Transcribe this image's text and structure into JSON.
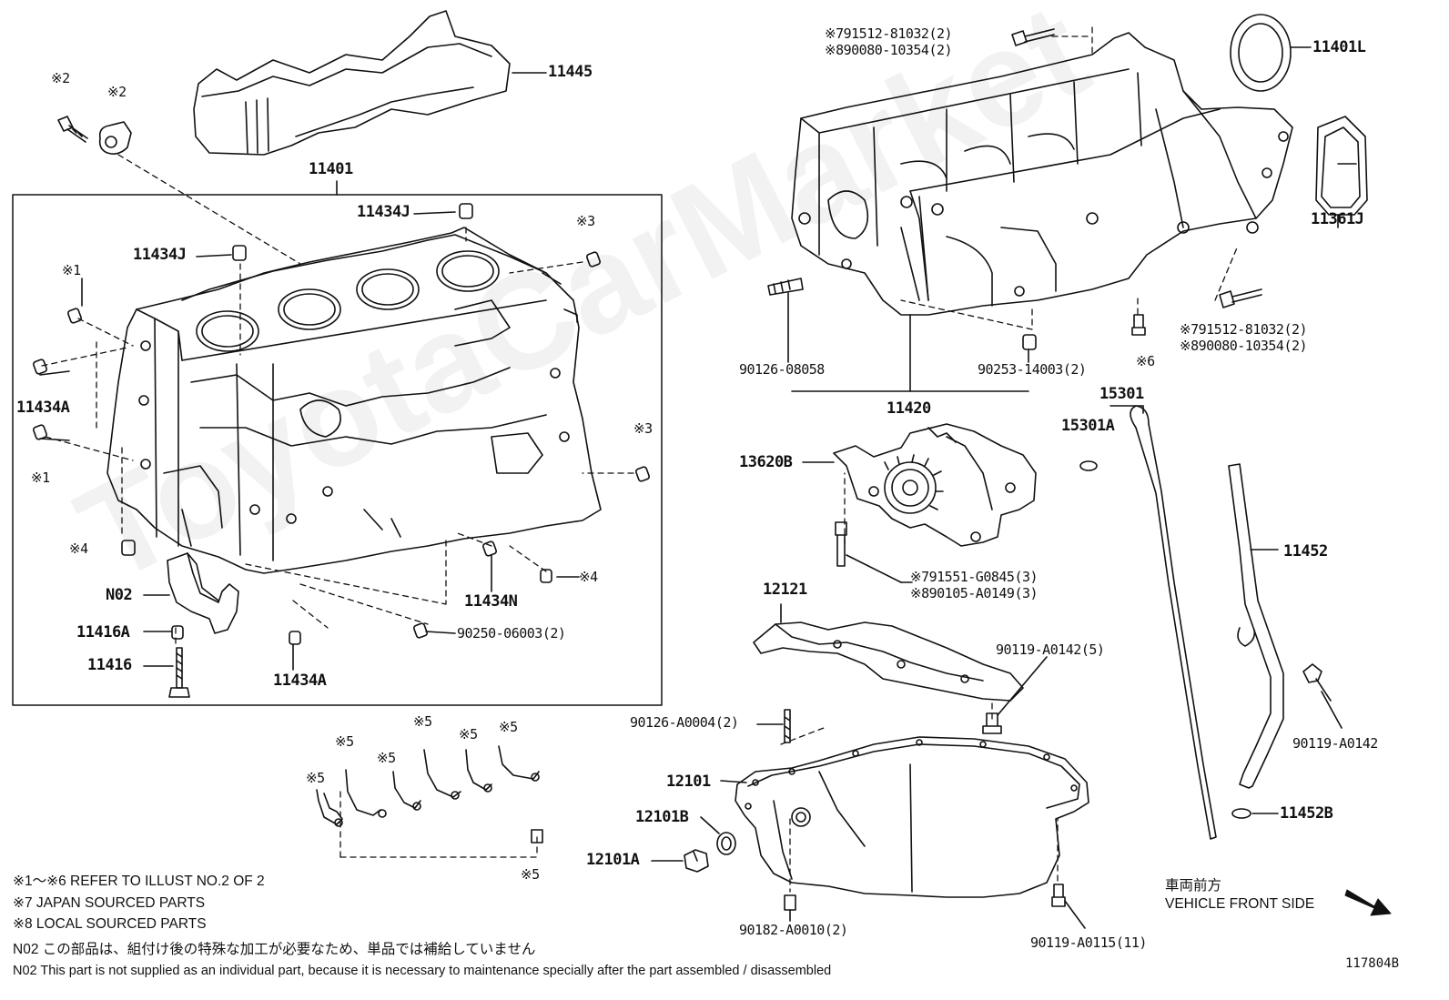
{
  "watermark": "ToyotaCarMarket",
  "labels": {
    "p11445": "11445",
    "p11401": "11401",
    "p11434J_top": "11434J",
    "p11434J_left": "11434J",
    "mk2_bolt": "※2",
    "mk2_sensor": "※2",
    "mk3_top": "※3",
    "mk3_right": "※3",
    "mk1_top": "※1",
    "mk1_bottom": "※1",
    "p11434A_left": "11434A",
    "mk4_left": "※4",
    "mk4_right": "※4",
    "p11434N": "11434N",
    "pN02": "N02",
    "p11416A": "11416A",
    "p11416": "11416",
    "p90250": "90250-06003(2)",
    "p11434A_bottom": "11434A",
    "mk5_a": "※5",
    "mk5_b": "※5",
    "mk5_c": "※5",
    "mk5_d": "※5",
    "mk5_e": "※5",
    "mk5_f": "※5",
    "mk5_g": "※5",
    "p91512_top": "※791512-81032(2)",
    "p90080_top": "※890080-10354(2)",
    "p11401L": "11401L",
    "p11361J": "11361J",
    "p91512_right": "※791512-81032(2)",
    "p90080_right": "※890080-10354(2)",
    "mk6": "※6",
    "p90126_08058": "90126-08058",
    "p90253": "90253-14003(2)",
    "p11420": "11420",
    "p15301": "15301",
    "p15301A": "15301A",
    "p13620B": "13620B",
    "p91551": "※791551-G0845(3)",
    "p90105": "※890105-A0149(3)",
    "p12121": "12121",
    "p11452": "11452",
    "p90119_A0142_5": "90119-A0142(5)",
    "p90126_A0004": "90126-A0004(2)",
    "p12101": "12101",
    "p12101B": "12101B",
    "p12101A": "12101A",
    "p90119_A0142": "90119-A0142",
    "p11452B": "11452B",
    "p90182": "90182-A0010(2)",
    "p90119_A0115": "90119-A0115(11)",
    "front_jp": "車両前方",
    "front_en": "VEHICLE FRONT SIDE",
    "diagram_no": "117804B"
  },
  "notes": {
    "n1": "※1～※6  REFER TO ILLUST NO.2 OF 2",
    "n2": "※7 JAPAN SOURCED PARTS",
    "n3": "※8 LOCAL SOURCED PARTS",
    "n4": "N02  この部品は、組付け後の特殊な加工が必要なため、単品では補給していません",
    "n5": "N02  This part is not supplied as an individual part, because it is necessary to maintenance specially after the part assembled / disassembled"
  }
}
